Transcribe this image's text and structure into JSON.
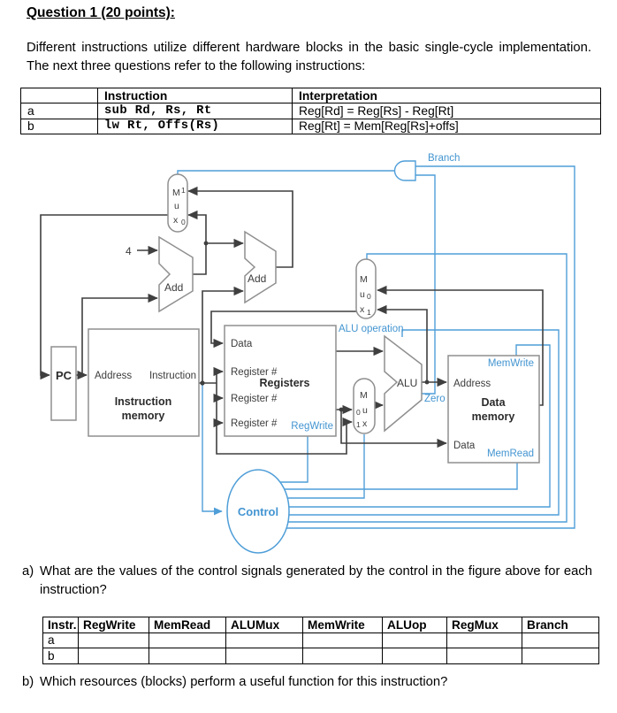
{
  "page": {
    "title": "Question 1 (20 points):",
    "intro": "Different instructions utilize different hardware blocks in the basic single-cycle implementation. The next three questions refer to the following instructions:",
    "question_a_label": "a)",
    "question_a_text": "What are the values of the control signals generated by the control in the figure above for each instruction?",
    "question_b_label": "b)",
    "question_b_text": "Which resources (blocks) perform a useful function for this instruction?"
  },
  "instruction_table": {
    "headers": {
      "instruction": "Instruction",
      "interpretation": "Interpretation"
    },
    "rows": [
      {
        "id": "a",
        "instruction": "sub Rd, Rs, Rt",
        "interpretation": "Reg[Rd] = Reg[Rs] - Reg[Rt]"
      },
      {
        "id": "b",
        "instruction": "lw Rt, Offs(Rs)",
        "interpretation": "Reg[Rt] = Mem[Reg[Rs]+offs]"
      }
    ]
  },
  "signal_table": {
    "headers": [
      "Instr.",
      "RegWrite",
      "MemRead",
      "ALUMux",
      "MemWrite",
      "ALUop",
      "RegMux",
      "Branch"
    ],
    "rows": [
      "a",
      "b"
    ]
  },
  "diagram": {
    "signals": {
      "branch": "Branch",
      "zero": "Zero",
      "alu_operation": "ALU operation",
      "reg_write": "RegWrite",
      "mem_write": "MemWrite",
      "mem_read": "MemRead"
    },
    "blocks": {
      "pc": "PC",
      "address": "Address",
      "instruction_port": "Instruction",
      "instruction_memory_line1": "Instruction",
      "instruction_memory_line2": "memory",
      "registers_title": "Registers",
      "data_port": "Data",
      "register_port": "Register #",
      "add": "Add",
      "alu": "ALU",
      "data_memory_line1": "Data",
      "data_memory_line2": "memory",
      "control": "Control",
      "four": "4"
    },
    "mux": {
      "m": "M",
      "u": "u",
      "x": "x",
      "sel0": "0",
      "sel1": "1"
    },
    "colors": {
      "wire": "#3f3f3f",
      "control_blue": "#4f9ed8",
      "block_outline": "#8f8f8f"
    }
  }
}
